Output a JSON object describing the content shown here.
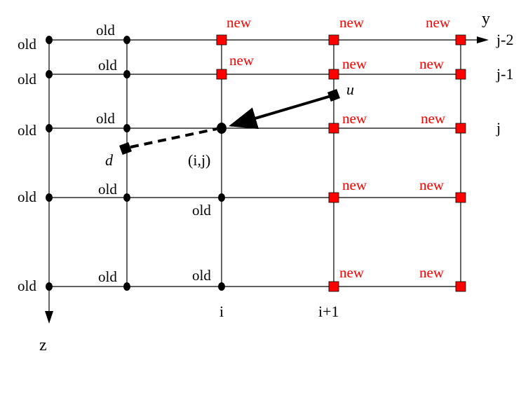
{
  "labels": {
    "old": "old",
    "new": "new",
    "y_axis": "y",
    "z_axis": "z",
    "center": "(i,j)",
    "u": "u",
    "d": "d"
  },
  "rows": [
    "j-2",
    "j-1",
    "j",
    "",
    ""
  ],
  "cols": [
    "",
    "",
    "i",
    "i+1",
    ""
  ],
  "colors": {
    "old": "#000000",
    "new": "#ff0000",
    "line": "#000000"
  }
}
